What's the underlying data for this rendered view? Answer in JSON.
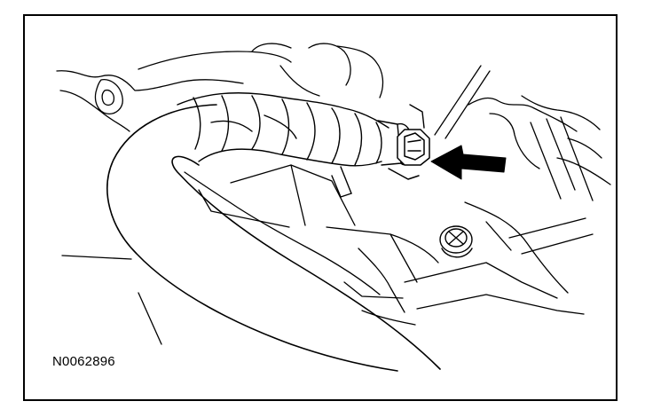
{
  "figure": {
    "id_label": "N0062896",
    "line_color": "#000000",
    "background": "#ffffff",
    "callouts": [
      {
        "type": "arrow",
        "points_to": "bolt-head",
        "direction": "left"
      }
    ]
  }
}
